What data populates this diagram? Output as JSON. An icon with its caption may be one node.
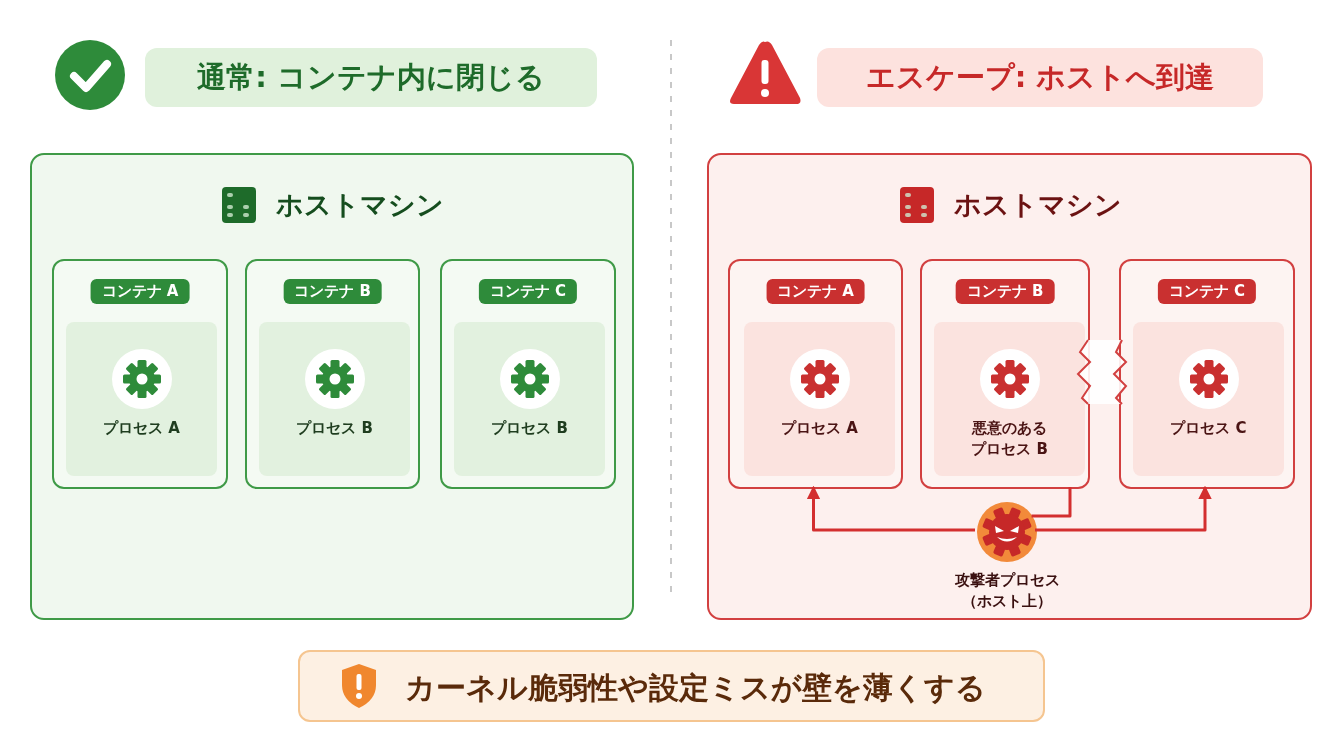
{
  "diagram": {
    "nodes": [
      {
        "text": [
          "通常: コンテナ内に閉じる"
        ]
      },
      {
        "text": [
          "ホストマシン"
        ]
      },
      {
        "text": [
          "コンテナ A"
        ],
        "in": 1
      },
      {
        "text": [
          "プロセス A"
        ],
        "in": 2
      },
      {
        "text": [
          "コンテナ B"
        ],
        "in": 1
      },
      {
        "text": [
          "プロセス B"
        ],
        "in": 4
      },
      {
        "text": [
          "コンテナ C"
        ],
        "in": 1
      },
      {
        "text": [
          "プロセス B"
        ],
        "in": 6
      },
      {
        "text": [
          "エスケープ: ホストへ到達"
        ]
      },
      {
        "text": [
          "ホストマシン"
        ]
      },
      {
        "text": [
          "コンテナ A"
        ],
        "in": 9
      },
      {
        "text": [
          "プロセス A"
        ],
        "in": 10
      },
      {
        "text": [
          "コンテナ B"
        ],
        "in": 9
      },
      {
        "text": [
          "悪意のあるプロセス B"
        ],
        "in": 12
      },
      {
        "text": [
          "コンテナ C"
        ],
        "in": 9
      },
      {
        "text": [
          "プロセス C"
        ],
        "in": 14
      },
      {
        "text": [],
        "shape": "circle",
        "in": 9,
        "beside": [
          "攻撃者プロセス（ホスト上）"
        ]
      },
      {
        "text": [
          "カーネル脆弱性や設定ミスが壁を薄くする"
        ]
      }
    ],
    "edges": [
      {
        "from": 16,
        "to": 10,
        "arrow": "to"
      },
      {
        "from": 16,
        "to": 14,
        "arrow": "to"
      },
      {
        "from": 12,
        "to": 16,
        "arrow": "none"
      }
    ]
  }
}
